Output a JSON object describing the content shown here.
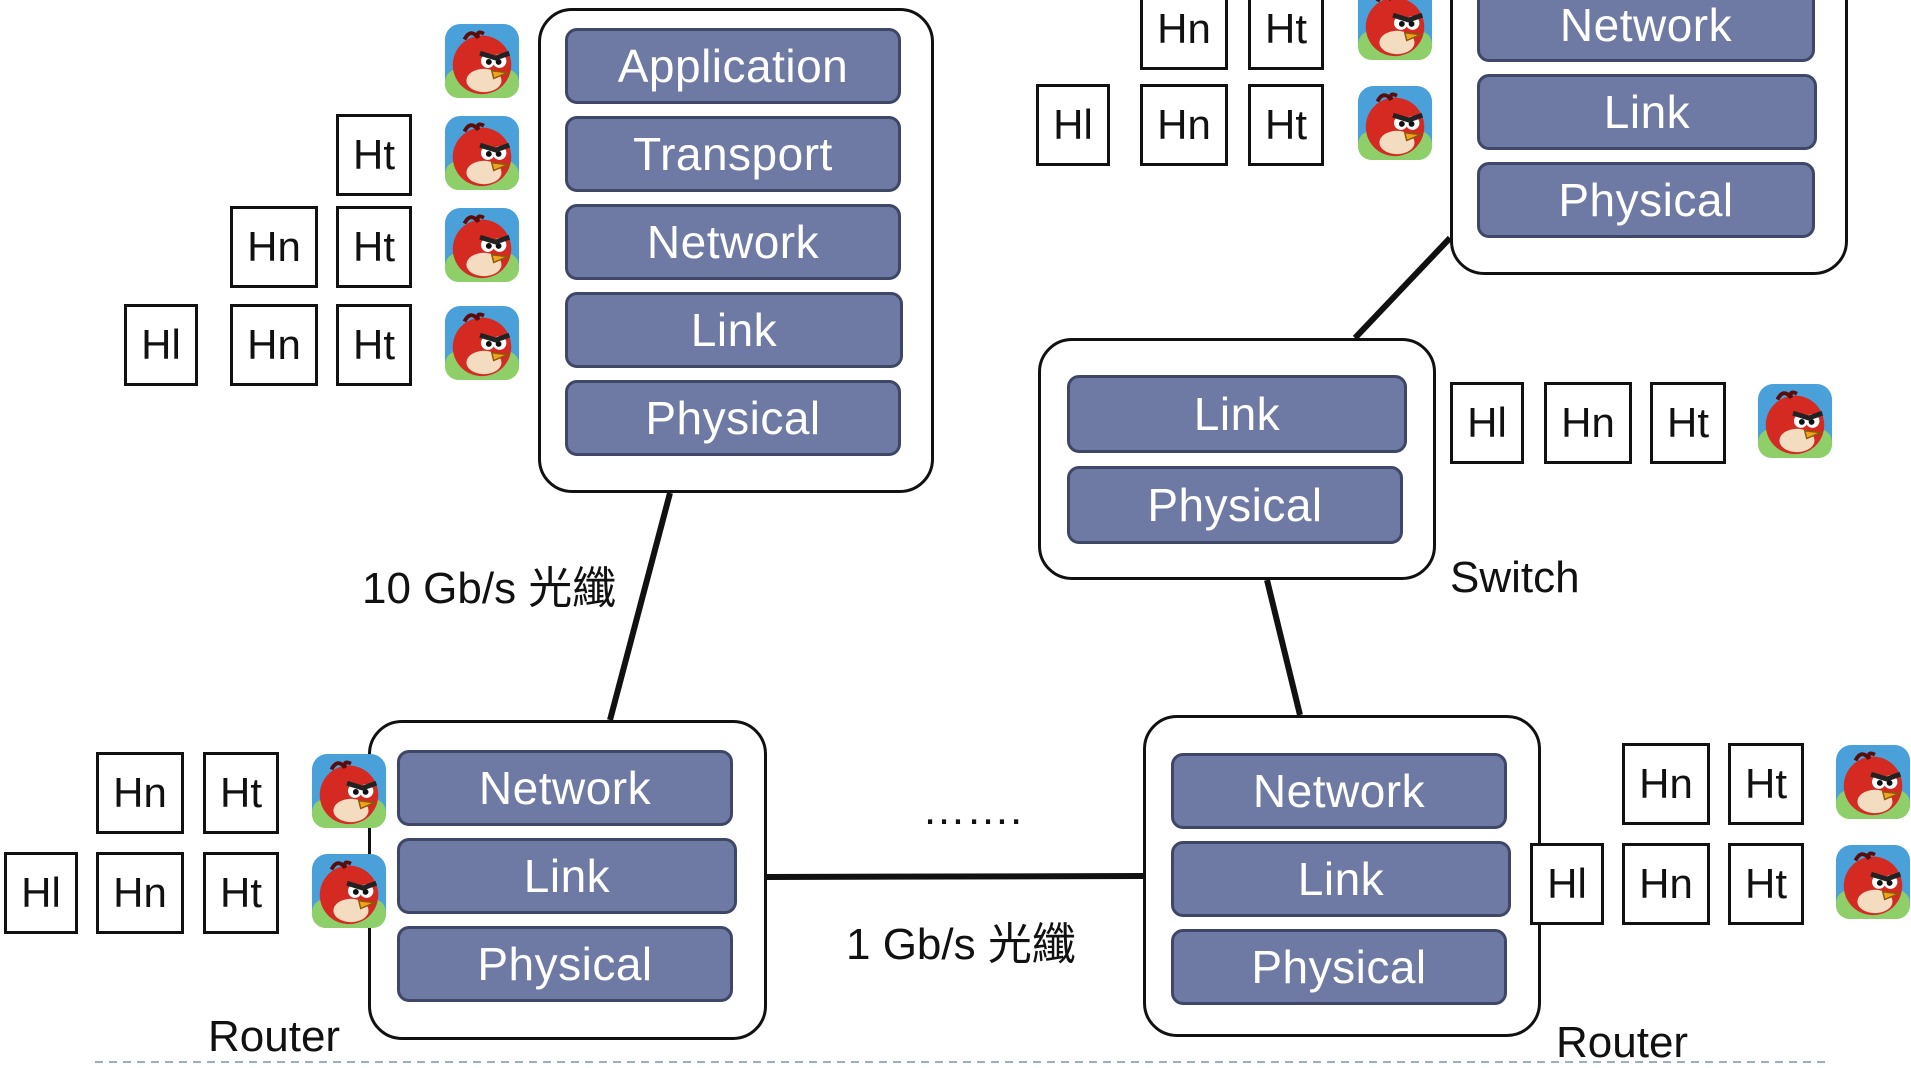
{
  "nodes": {
    "host_a": {
      "layers": [
        "Application",
        "Transport",
        "Network",
        "Link",
        "Physical"
      ]
    },
    "host_b": {
      "layers": [
        "Network",
        "Link",
        "Physical"
      ]
    },
    "switch": {
      "layers": [
        "Link",
        "Physical"
      ],
      "label": "Switch"
    },
    "router_left": {
      "layers": [
        "Network",
        "Link",
        "Physical"
      ],
      "label": "Router"
    },
    "router_right": {
      "layers": [
        "Network",
        "Link",
        "Physical"
      ],
      "label": "Router"
    }
  },
  "links": {
    "host_to_router": "10 Gb/s 光纖",
    "router_to_router": "1 Gb/s 光纖",
    "ellipsis": "……."
  },
  "headers": {
    "ht": "Ht",
    "hn": "Hn",
    "hl": "Hl"
  },
  "icons": {
    "payload": "angry-bird-icon"
  },
  "colors": {
    "layer_fill": "#6e7aa3",
    "layer_border": "#3e4766",
    "bird_red": "#d42a22",
    "bird_bg": "#4aa0d8"
  }
}
